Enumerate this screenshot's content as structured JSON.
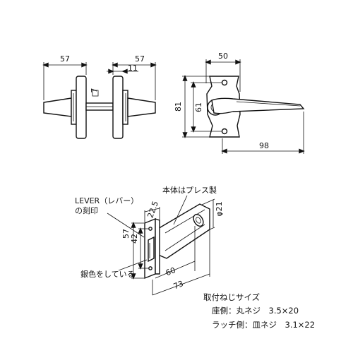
{
  "dimensions": {
    "front_lever_length": "57",
    "rear_lever_length": "57",
    "spindle_gap": "11",
    "spindle_square": "7",
    "plate_width": "50",
    "plate_height": "81",
    "hole_pitch": "61",
    "lever_reach": "98",
    "backset": "60",
    "latch_total": "73",
    "face_height": "57",
    "face_inner": "42",
    "face_width": "22.5",
    "case_dia": "φ21"
  },
  "labels": {
    "lever_marking_line1": "LEVER（レバー）",
    "lever_marking_line2": "の刻印",
    "press_body": "本体はプレス製",
    "silver_color": "銀色をしている"
  },
  "screw_info": {
    "title": "取付ねじサイズ",
    "seat_side": "座側：丸ネジ　3.5×20",
    "latch_side": "ラッチ側：皿ネジ　3.1×22"
  }
}
